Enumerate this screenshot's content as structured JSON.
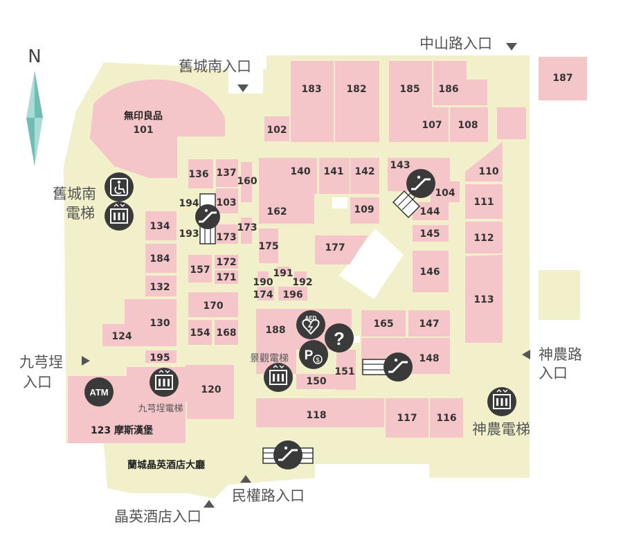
{
  "compass": {
    "label": "N"
  },
  "entrances": {
    "zhongshan": "中山路入口",
    "jiuchengnan": "舊城南入口",
    "shennong_line1": "神農路",
    "shennong_line2": "入口",
    "jiuqiong_line1": "九芎埕",
    "jiuqiong_line2": "入口",
    "minquan": "民權路入口",
    "jingying": "晶英酒店入口"
  },
  "elevators": {
    "jiuchengnan_line1": "舊城南",
    "jiuchengnan_line2": "電梯",
    "jingguan": "景觀電梯",
    "jiuqiong": "九芎埕電梯",
    "shennong": "神農電梯"
  },
  "stores": {
    "s101_name": "無印良品",
    "s101": "101",
    "s102": "102",
    "s103": "103",
    "s104": "104",
    "s107": "107",
    "s108": "108",
    "s109": "109",
    "s110": "110",
    "s111": "111",
    "s112": "112",
    "s113": "113",
    "s116": "116",
    "s117": "117",
    "s118": "118",
    "s120": "120",
    "s123": "123 摩斯漢堡",
    "s124": "124",
    "s130": "130",
    "s132": "132",
    "s134": "134",
    "s136": "136",
    "s137": "137",
    "s140": "140",
    "s141": "141",
    "s142": "142",
    "s143": "143",
    "s144": "144",
    "s145": "145",
    "s146": "146",
    "s147": "147",
    "s148": "148",
    "s150": "150",
    "s151": "151",
    "s154": "154",
    "s157": "157",
    "s160": "160",
    "s162": "162",
    "s165": "165",
    "s168": "168",
    "s170": "170",
    "s171": "171",
    "s172": "172",
    "s173a": "173",
    "s173b": "173",
    "s174": "174",
    "s175": "175",
    "s177": "177",
    "s182": "182",
    "s183": "183",
    "s184": "184",
    "s185": "185",
    "s186": "186",
    "s187": "187",
    "s188": "188",
    "s190": "190",
    "s191": "191",
    "s192": "192",
    "s193": "193",
    "s194": "194",
    "s195": "195",
    "s196": "196"
  },
  "areas": {
    "hotel_lobby": "蘭城晶英酒店大廳"
  },
  "icons": {
    "atm": "ATM",
    "aed": "AED",
    "parking": "P",
    "info": "?",
    "money": "$"
  },
  "colors": {
    "floor": "#f2efcb",
    "store": "#f5c6c9",
    "icon": "#3a3a3a",
    "compass": "#7dc4bd",
    "text": "#555555"
  }
}
